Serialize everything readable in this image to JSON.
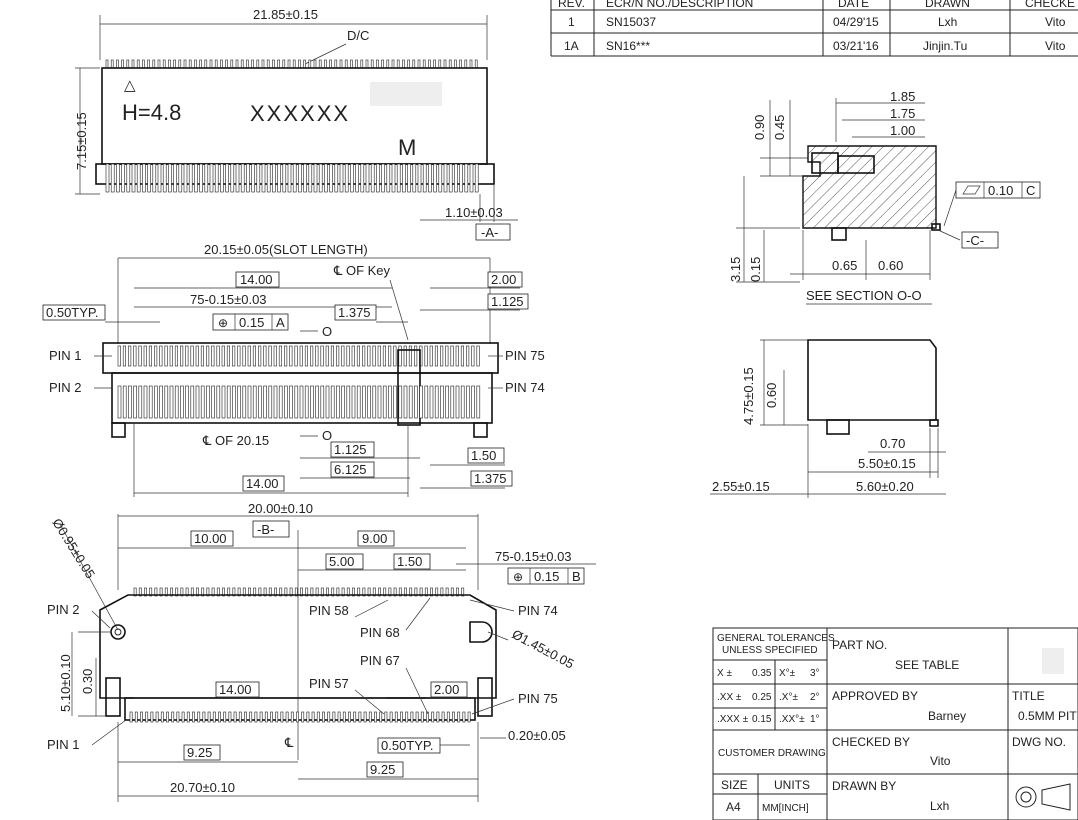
{
  "revision_table": {
    "headers": [
      "REV.",
      "ECR/N NO./DESCRIPTION",
      "DATE",
      "DRAWN",
      "CHECKE"
    ],
    "rows": [
      {
        "rev": "1",
        "desc": "SN15037",
        "date": "04/29'15",
        "drawn": "Lxh",
        "checked": "Vito"
      },
      {
        "rev": "1A",
        "desc": "SN16***",
        "date": "03/21'16",
        "drawn": "Jinjin.Tu",
        "checked": "Vito"
      }
    ]
  },
  "top_view": {
    "width_dim": "21.85±0.15",
    "dc_label": "D/C",
    "height_label": "H=4.8",
    "marking": "XXXXXX",
    "m_mark": "M",
    "height_dim": "7.15±0.15",
    "offset_dim": "1.10±0.03",
    "datum_a": "-A-"
  },
  "middle_view": {
    "slot_length": "20.15±0.05(SLOT LENGTH)",
    "key_center": "℄ OF Key",
    "d_14_top": "14.00",
    "d_2_00": "2.00",
    "d_1_125_top": "1.125",
    "d_75": "75-0.15±0.03",
    "d_0_50": "0.50TYP.",
    "d_1_375_top": "1.375",
    "pos_tol": "0.15",
    "pos_datum": "A",
    "o_label": "O",
    "pin1": "PIN 1",
    "pin2": "PIN 2",
    "pin75": "PIN 75",
    "pin74": "PIN 74",
    "center_of": "℄ OF 20.15",
    "d_1_125_bot": "1.125",
    "d_6_125": "6.125",
    "d_14_bot": "14.00",
    "d_1_50": "1.50",
    "d_1_375_bot": "1.375"
  },
  "bottom_view": {
    "width_dim": "20.00±0.10",
    "datum_b": "-B-",
    "d_10": "10.00",
    "d_9": "9.00",
    "d_5": "5.00",
    "d_1_50": "1.50",
    "d_75": "75-0.15±0.03",
    "pos_tol": "0.15",
    "pos_datum": "B",
    "hole_dia": "Ø0.95±0.05",
    "hole_dia2": "Ø1.45±0.05",
    "pin2": "PIN 2",
    "pin58": "PIN 58",
    "pin74": "PIN 74",
    "pin68": "PIN 68",
    "pin67": "PIN 67",
    "pin57": "PIN 57",
    "pin75": "PIN 75",
    "pin1": "PIN 1",
    "d_5_10": "5.10±0.10",
    "d_0_30": "0.30",
    "d_14": "14.00",
    "d_2_00": "2.00",
    "d_9_25_left": "9.25",
    "center_mark": "℄",
    "d_0_50": "0.50TYP.",
    "d_0_20": "0.20±0.05",
    "d_9_25_right": "9.25",
    "d_20_70": "20.70±0.10"
  },
  "section_view": {
    "d_1_85": "1.85",
    "d_1_75": "1.75",
    "d_1_00": "1.00",
    "d_0_90": "0.90",
    "d_0_45": "0.45",
    "flatness": "0.10",
    "flat_datum": "C",
    "datum_c": "-C-",
    "d_3_15": "3.15",
    "d_0_15": "0.15",
    "d_0_65": "0.65",
    "d_0_60": "0.60",
    "title": "SEE SECTION O-O"
  },
  "side_view": {
    "d_4_75": "4.75±0.15",
    "d_0_60": "0.60",
    "d_0_70": "0.70",
    "d_5_50": "5.50±0.15",
    "d_2_55": "2.55±0.15",
    "d_5_60": "5.60±0.20"
  },
  "title_block": {
    "tolerances_title": "GENERAL TOLERANCES UNLESS SPECIFIED",
    "tol_rows": [
      {
        "a": "X ±",
        "b": "0.35",
        "c": "X°±",
        "d": "3°"
      },
      {
        "a": ".XX ±",
        "b": "0.25",
        "c": ".X°±",
        "d": "2°"
      },
      {
        "a": ".XXX ±",
        "b": "0.15",
        "c": ".XX°±",
        "d": "1°"
      }
    ],
    "customer_drawing": "CUSTOMER DRAWING",
    "size_label": "SIZE",
    "size_value": "A4",
    "units_label": "UNITS",
    "units_value": "MM[INCH]",
    "part_no_label": "PART NO.",
    "part_no_value": "SEE TABLE",
    "approved_label": "APPROVED BY",
    "approved_value": "Barney",
    "checked_label": "CHECKED BY",
    "checked_value": "Vito",
    "drawn_label": "DRAWN BY",
    "drawn_value": "Lxh",
    "title_label": "TITLE",
    "title_value": "0.5MM PIT",
    "dwg_label": "DWG NO."
  }
}
